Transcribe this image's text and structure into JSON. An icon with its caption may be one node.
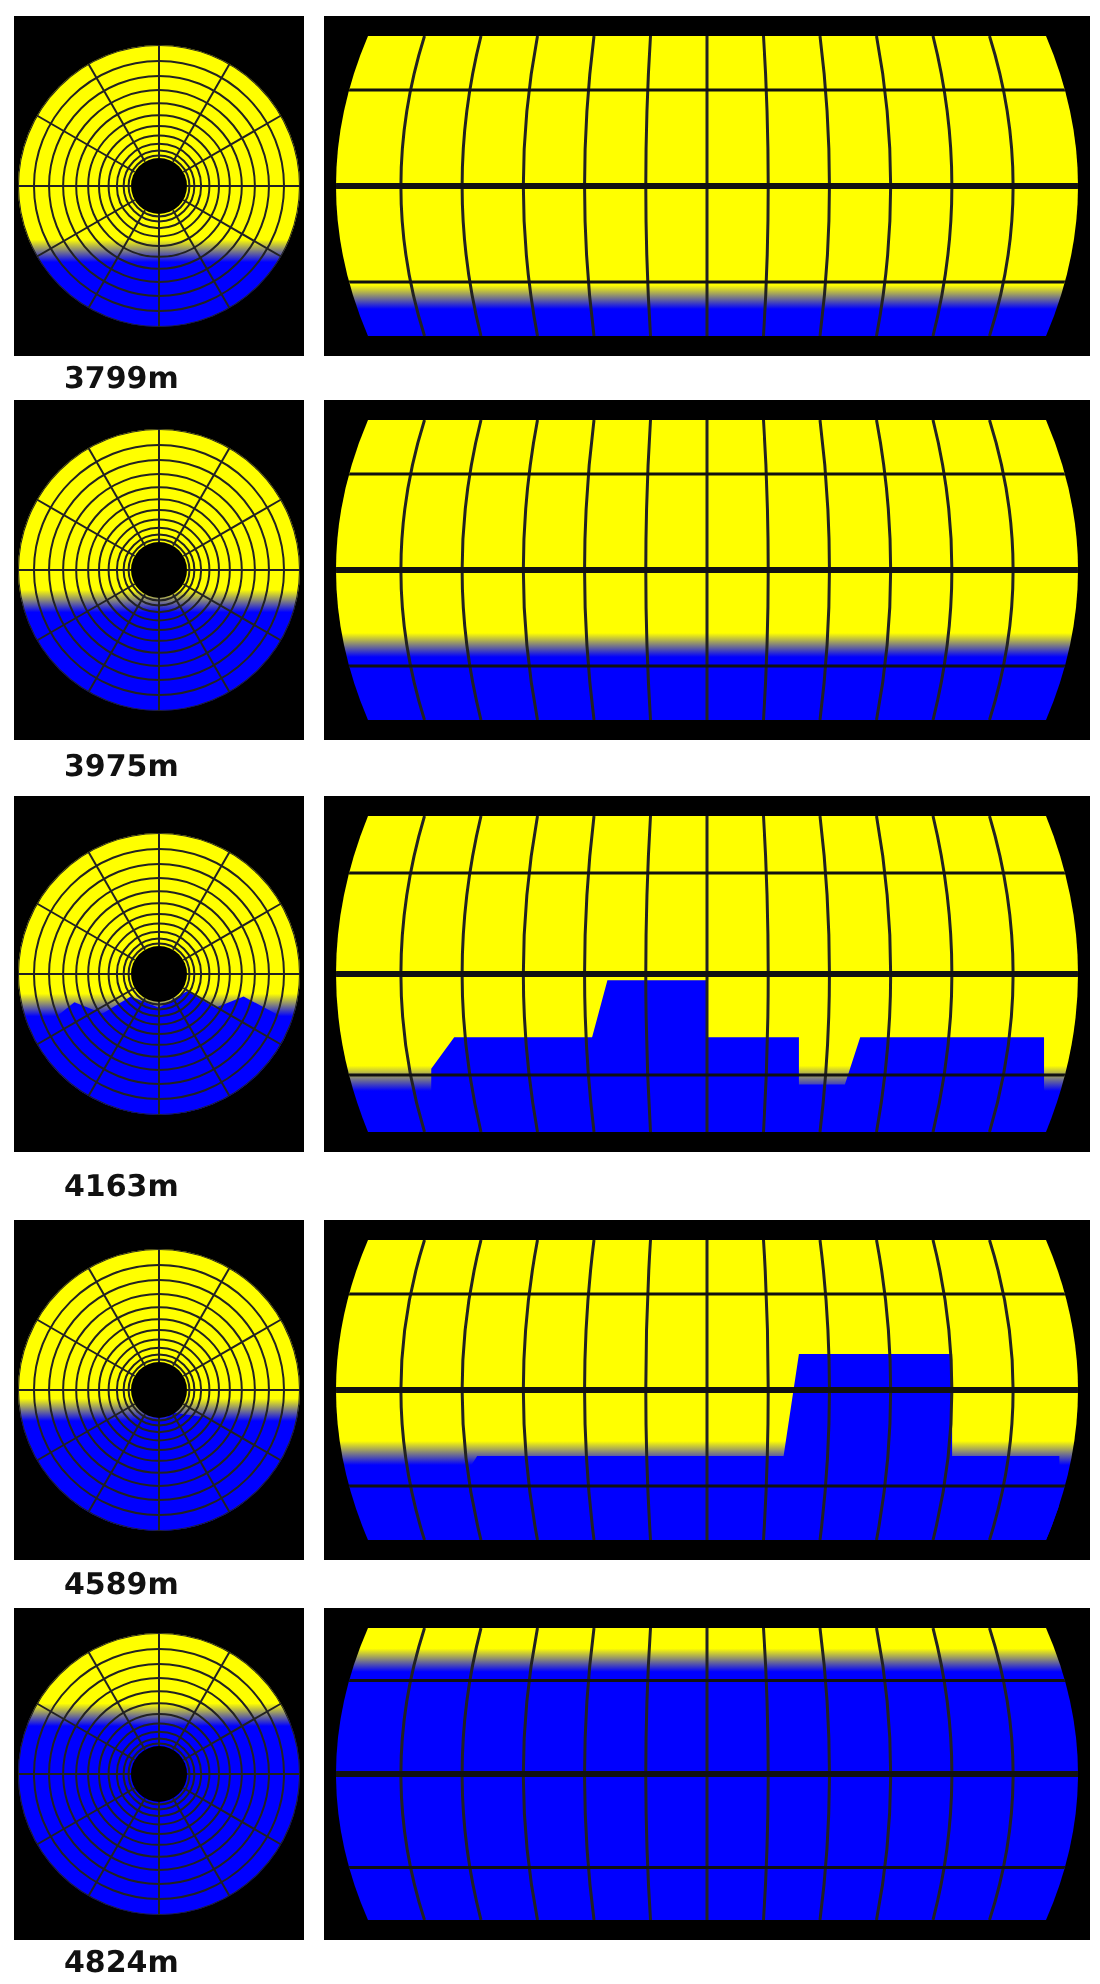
{
  "diagram": {
    "labels": [
      "3799m",
      "3975m",
      "4163m",
      "4589m",
      "4824m"
    ]
  }
}
